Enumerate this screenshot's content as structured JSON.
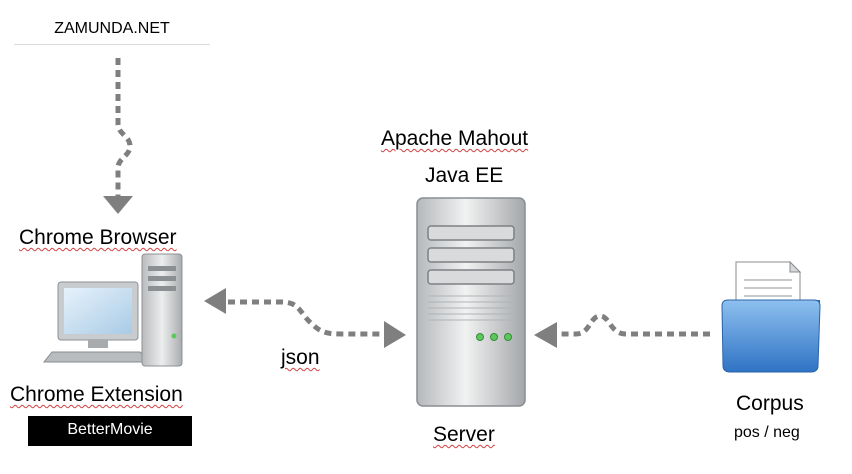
{
  "nodes": {
    "source": {
      "label": "ZAMUNDA.NET"
    },
    "client": {
      "browser_label": "Chrome Browser",
      "extension_label": "Chrome Extension",
      "extension_name": "BetterMovie"
    },
    "server": {
      "label": "Server",
      "stack_line1": "Apache Mahout",
      "stack_line2": "Java EE"
    },
    "corpus": {
      "label": "Corpus",
      "sublabel": "pos / neg"
    }
  },
  "edges": {
    "client_server": {
      "label": "json"
    }
  },
  "colors": {
    "arrow": "#7f7f7f",
    "extension_box": "#000000",
    "folder": "#4f8fd6"
  }
}
